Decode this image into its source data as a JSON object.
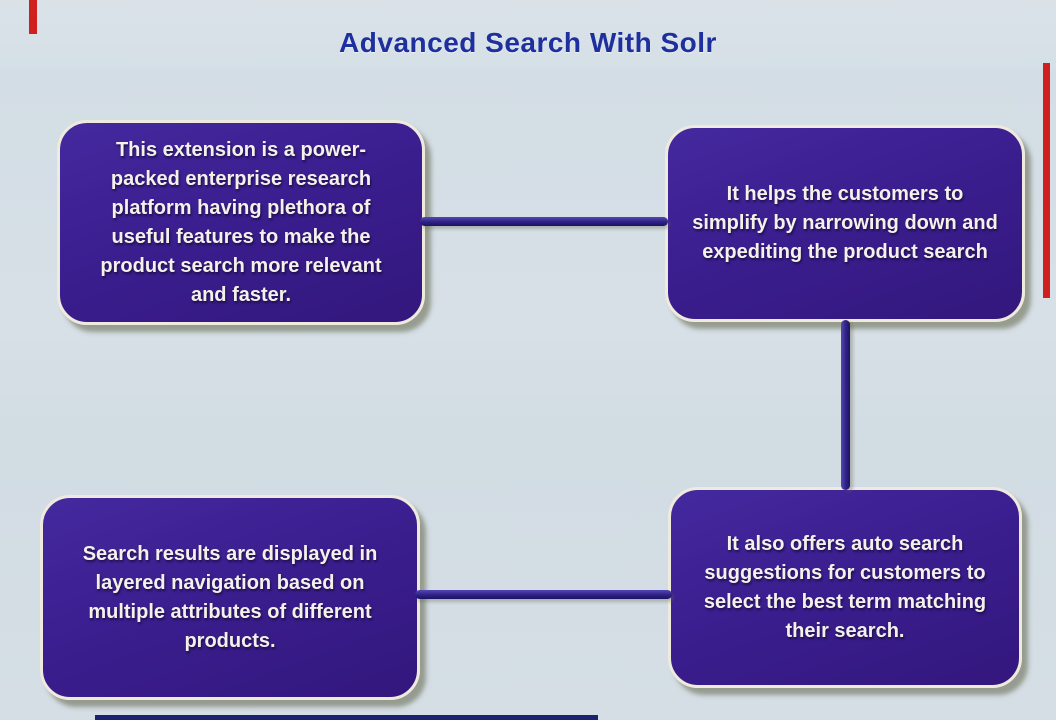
{
  "title": "Advanced Search With Solr",
  "colors": {
    "background": "#d5dee5",
    "title_text": "#1e2f9e",
    "box_fill": "#3b1e8f",
    "box_border": "#eeeade",
    "box_text": "#f3f1ea",
    "connector": "#2e2185",
    "marker_red": "#cf1f1f",
    "marker_navy": "#1c2270"
  },
  "boxes": [
    {
      "id": "top-left",
      "text": "This extension is a power-packed enterprise research platform having plethora of useful features to make the product search more relevant and faster."
    },
    {
      "id": "top-right",
      "text": "It helps the customers to simplify by narrowing down and expediting the product search"
    },
    {
      "id": "bottom-left",
      "text": "Search results are displayed in layered navigation based on multiple attributes of different products."
    },
    {
      "id": "bottom-right",
      "text": "It also offers auto search suggestions for customers to select the best term matching their search."
    }
  ],
  "connectors": [
    {
      "id": "top-left-to-top-right",
      "orientation": "horizontal"
    },
    {
      "id": "top-right-to-bottom-right",
      "orientation": "vertical"
    },
    {
      "id": "bottom-left-to-bottom-right",
      "orientation": "horizontal"
    }
  ]
}
